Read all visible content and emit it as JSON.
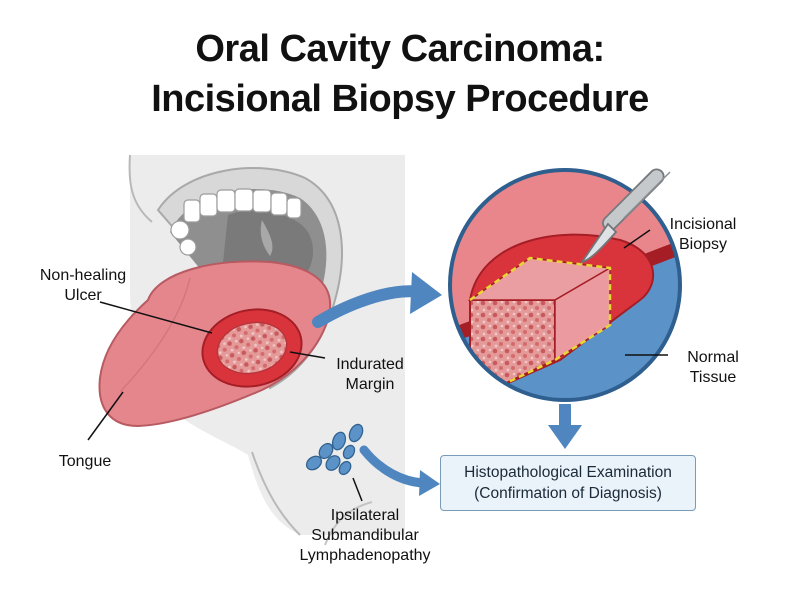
{
  "title": {
    "line1": "Oral Cavity Carcinoma:",
    "line2": "Incisional Biopsy Procedure"
  },
  "labels": {
    "ulcer": [
      "Non-healing",
      "Ulcer"
    ],
    "margin": [
      "Indurated",
      "Margin"
    ],
    "tongue": "Tongue",
    "lymph": [
      "Ipsilateral",
      "Submandibular",
      "Lymphadenopathy"
    ],
    "biopsy": [
      "Incisional",
      "Biopsy"
    ],
    "normal": [
      "Normal",
      "Tissue"
    ]
  },
  "result": {
    "line1": "Histopathological Examination",
    "line2": "(Confirmation of Diagnosis)"
  },
  "colors": {
    "arrow": "#4f86c0",
    "lesion": "#d9343b",
    "tongue": "#e5868c",
    "normal_tissue": "#5b93c9",
    "incision": "#e8d632",
    "result_box": "#eaf2fa"
  }
}
